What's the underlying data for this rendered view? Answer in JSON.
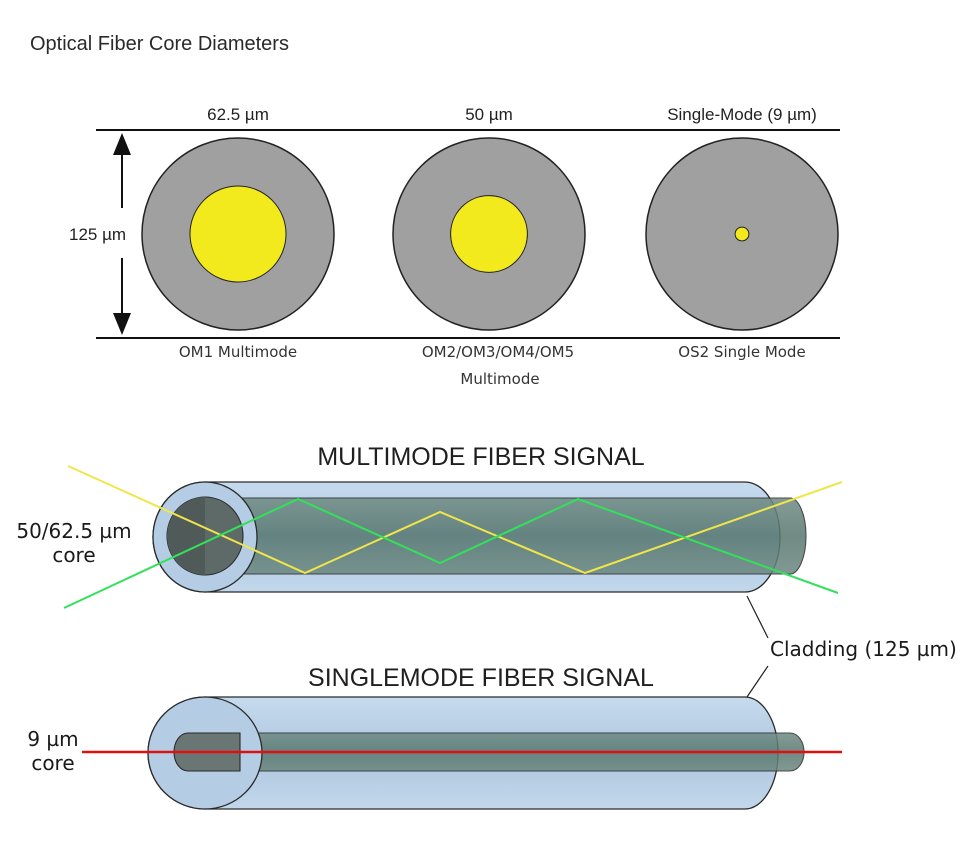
{
  "title": "Optical Fiber Core Diameters",
  "cladding_dimension": "125 µm",
  "fibers": [
    {
      "top_label": "62.5 µm",
      "bottom_label": "OM1 Multimode",
      "bottom_label_2": "",
      "core_ratio": 0.5
    },
    {
      "top_label": "50 µm",
      "bottom_label": "OM2/OM3/OM4/OM5",
      "bottom_label_2": "Multimode",
      "core_ratio": 0.4
    },
    {
      "top_label": "Single-Mode (9 µm)",
      "bottom_label": "OS2 Single Mode",
      "bottom_label_2": "",
      "core_ratio": 0.072
    }
  ],
  "multimode": {
    "title": "MULTIMODE FIBER SIGNAL",
    "core_label_line1": "50/62.5 µm",
    "core_label_line2": "core"
  },
  "singlemode": {
    "title": "SINGLEMODE FIBER SIGNAL",
    "core_label_line1": "9 µm",
    "core_label_line2": "core"
  },
  "cladding_label": "Cladding (125 µm)",
  "colors": {
    "cladding": "#a0a0a0",
    "core": "#f2ea1c",
    "tube": "#b7cfe6",
    "core_tube": "#5f7f76",
    "ray_yellow": "#f0e64a",
    "ray_green": "#33e05a",
    "laser": "#e01010"
  }
}
